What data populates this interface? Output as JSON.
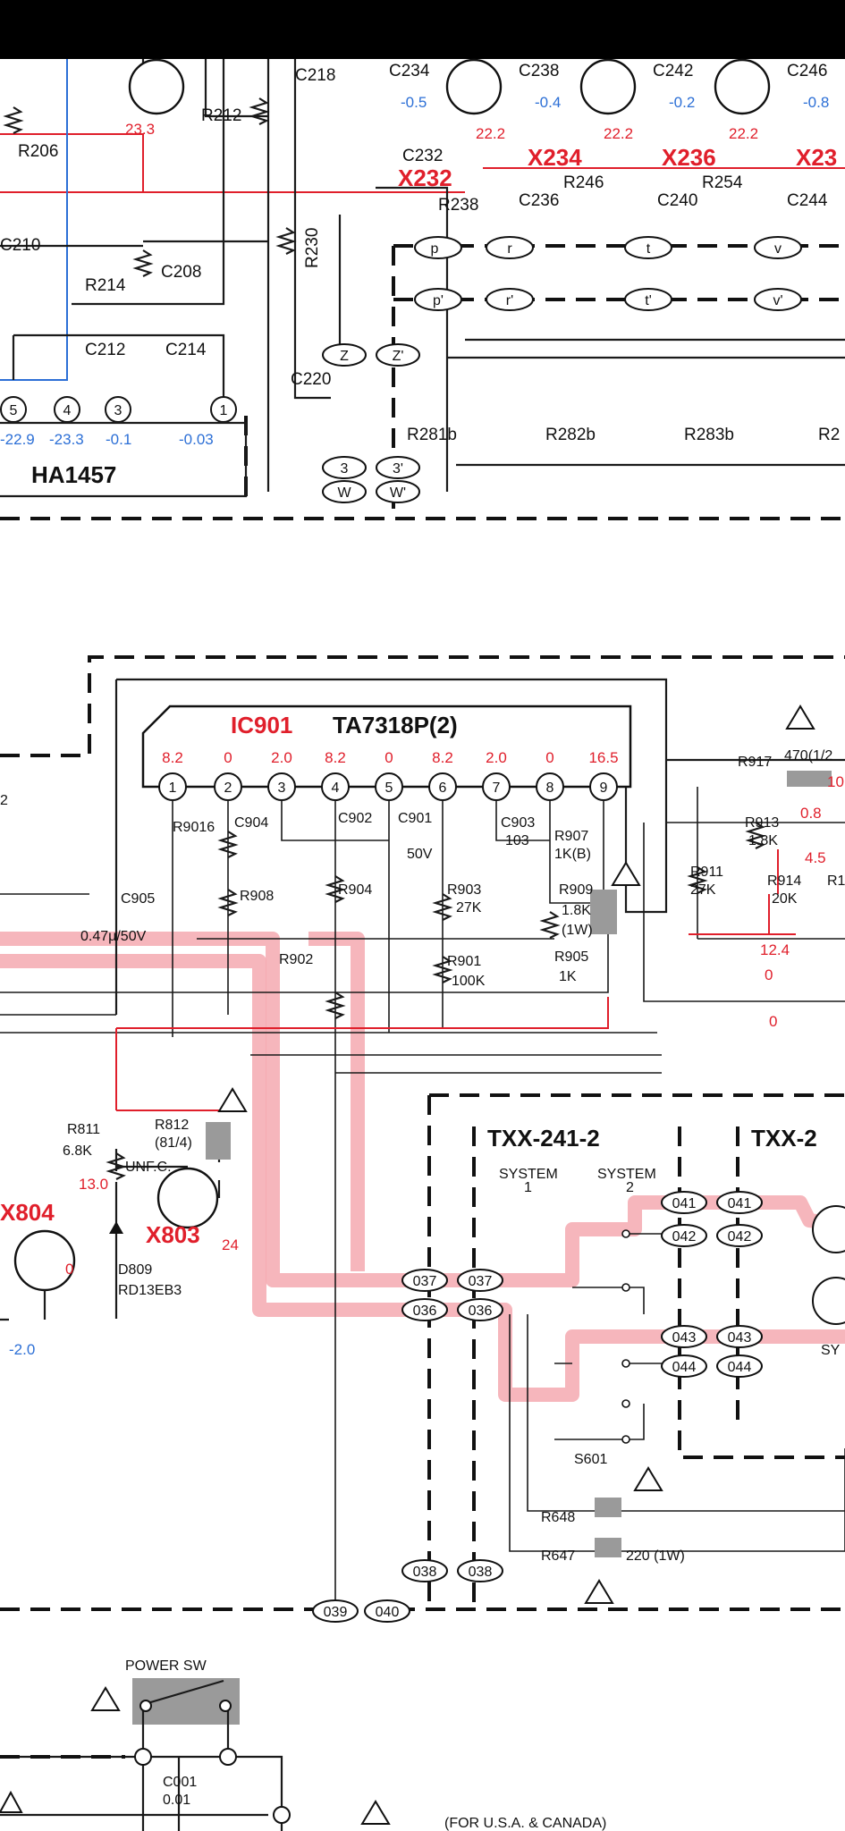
{
  "ic_hai": {
    "name": "HA1457",
    "pins": [
      "5",
      "4",
      "3",
      "1"
    ],
    "volts": [
      "-22.9",
      "-23.3",
      "-0.1",
      "-0.03"
    ]
  },
  "top_components": {
    "resistors": [
      "R206",
      "R212",
      "R214",
      "R230",
      "R238",
      "R246",
      "R254",
      "R281b",
      "R282b",
      "R283b",
      "R2"
    ],
    "capacitors": [
      "C210",
      "C208",
      "C212",
      "C214",
      "C218",
      "C220",
      "C232",
      "C234",
      "C236",
      "C238",
      "C240",
      "C242",
      "C244",
      "C246"
    ],
    "transistors": [
      "X232",
      "X234",
      "X236",
      "X23"
    ],
    "volts_red": [
      "23.3",
      "22.2",
      "22.2",
      "22.2"
    ],
    "volts_blue": [
      "-0.5",
      "-0.4",
      "-0.2",
      "-0.8"
    ],
    "connectors": [
      "p",
      "p'",
      "r",
      "r'",
      "t",
      "t'",
      "v",
      "v'",
      "Z",
      "Z'",
      "3",
      "3'",
      "W",
      "W'"
    ]
  },
  "ic901": {
    "ref": "IC901",
    "part": "TA7318P(2)",
    "pins": [
      "1",
      "2",
      "3",
      "4",
      "5",
      "6",
      "7",
      "8",
      "9"
    ],
    "volts": [
      "8.2",
      "0",
      "2.0",
      "8.2",
      "0",
      "8.2",
      "2.0",
      "0",
      "16.5"
    ]
  },
  "mid_components": {
    "r9016": "R9016",
    "c904": "C904",
    "c902": "C902",
    "c901": "C901",
    "c901_val": "50V",
    "c903": "C903",
    "c903_val": "103",
    "r907": "R907",
    "r907_val": "1K(B)",
    "c905": "C905",
    "c905_val": "0.47μ/50V",
    "r908": "R908",
    "r904": "R904",
    "r903": "R903",
    "r903_val": "27K",
    "r909": "R909",
    "r909_val1": "1.8K",
    "r909_val2": "(1W)",
    "r901": "R901",
    "r901_val": "100K",
    "r905": "R905",
    "r905_val": "1K",
    "r902": "R902",
    "r917": "R917",
    "r917_val": "470(1/2",
    "r913": "R913",
    "r913_val": "1.8K",
    "r911": "R911",
    "r911_val": "27K",
    "r914": "R914",
    "r914_val": "20K",
    "r_cut": "R1",
    "v08": "0.8",
    "v45": "4.5",
    "v124": "12.4",
    "v0a": "0",
    "v0b": "0",
    "v10": "10"
  },
  "lower_left": {
    "r811": "R811",
    "r811_val": "6.8K",
    "r812": "R812",
    "r812_val": "(81/4)",
    "unfc": "UNF.C.",
    "v130": "13.0",
    "x804": "X804",
    "x803": "X803",
    "v24": "24",
    "d809": "D809",
    "d809_val": "RD13EB3",
    "v0": "0",
    "vm20": "-2.0",
    "num2": "2"
  },
  "txx": {
    "board1": "TXX-241-2",
    "board2": "TXX-2",
    "sys1": "SYSTEM",
    "sys1_n": "1",
    "sys2": "SYSTEM",
    "sys2_n": "2",
    "sys_cut": "SY",
    "switch": "S601",
    "r648": "R648",
    "r647": "R647",
    "r647_val": "220 (1W)",
    "conns": [
      "041",
      "041",
      "042",
      "042",
      "043",
      "043",
      "044",
      "044",
      "037",
      "037",
      "036",
      "036",
      "038",
      "038",
      "039",
      "040"
    ]
  },
  "bottom": {
    "power_sw": "POWER SW",
    "c001": "C001",
    "c001_val": "0.01",
    "note": "(FOR U.S.A. & CANADA)"
  },
  "colors": {
    "red": "#e01f2b",
    "blue": "#2c6fd6",
    "highlight": "#f4a9b0"
  }
}
